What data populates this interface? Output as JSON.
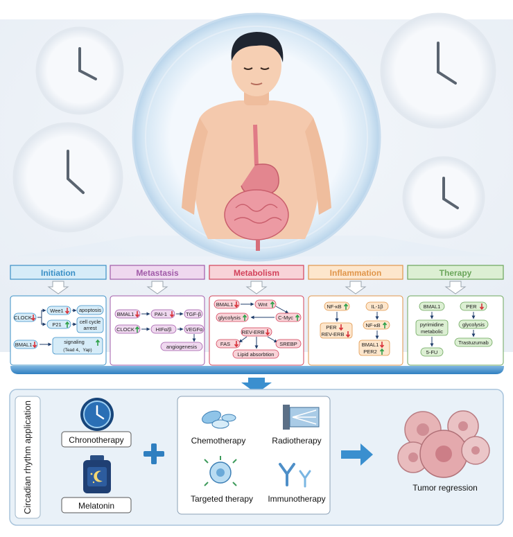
{
  "colors": {
    "initiation": "#3a8fc6",
    "metastasis": "#a05aa8",
    "metabolism": "#d2415a",
    "inflammation": "#e0954a",
    "therapy": "#6aa55a",
    "up_arrow": "#2fa14a",
    "down_arrow": "#d8333a",
    "bottom_arrow": "#3a8fcf"
  },
  "stages": {
    "initiation": {
      "title": "Initiation",
      "nodes": [
        "CLOCK",
        "Wee1",
        "P21",
        "apoptosis",
        "cell cycle",
        "arrest",
        "BMAL1",
        "signaling",
        "(Tead 4、Yap)"
      ]
    },
    "metastasis": {
      "title": "Metastasis",
      "nodes": [
        "BMAL1",
        "PAI-1",
        "TGF-β",
        "CLOCK",
        "HIFα/β",
        "VEGFα",
        "angiogenesis"
      ]
    },
    "metabolism": {
      "title": "Metabolism",
      "nodes": [
        "BMAL1",
        "Wnt",
        "glycolysis",
        "C-Myc",
        "REV-ERB",
        "FAS",
        "SREBP",
        "Lipid absorbtion"
      ]
    },
    "inflammation": {
      "title": "Inflammation",
      "nodes": [
        "NF-κB",
        "IL-1β",
        "PER",
        "REV-ERB",
        "NF-κB",
        "BMAL1",
        "PER2"
      ]
    },
    "therapy": {
      "title": "Therapy",
      "nodes": [
        "BMAL1",
        "pyrimidine",
        "metabolic",
        "5-FU",
        "PER",
        "glycolysis",
        "Trastuzumab"
      ]
    }
  },
  "application": {
    "side_label": "Circadian rhythm application",
    "chronotherapy": "Chronotherapy",
    "melatonin": "Melatonin",
    "treatments": [
      "Chemotherapy",
      "Radiotherapy",
      "Targeted therapy",
      "Immunotherapy"
    ],
    "outcome": "Tumor regression"
  }
}
